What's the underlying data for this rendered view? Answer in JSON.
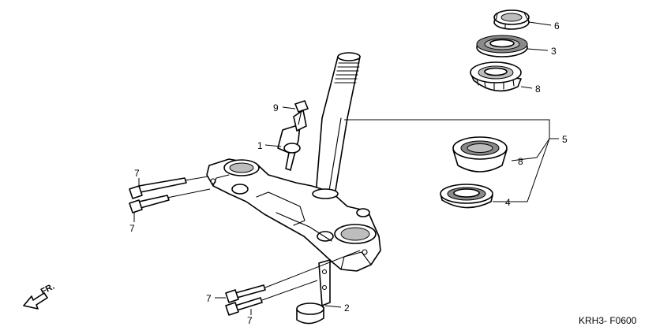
{
  "callouts": {
    "c1": "1",
    "c2": "2",
    "c3": "3",
    "c4": "4",
    "c5": "5",
    "c6": "6",
    "c7a": "7",
    "c7b": "7",
    "c7c": "7",
    "c7d": "7",
    "c8a": "8",
    "c8b": "8",
    "c9": "9"
  },
  "front_arrow": {
    "label": "FR."
  },
  "diagram_code": "KRH3- F0600",
  "colors": {
    "line": "#000000",
    "background": "#ffffff"
  }
}
